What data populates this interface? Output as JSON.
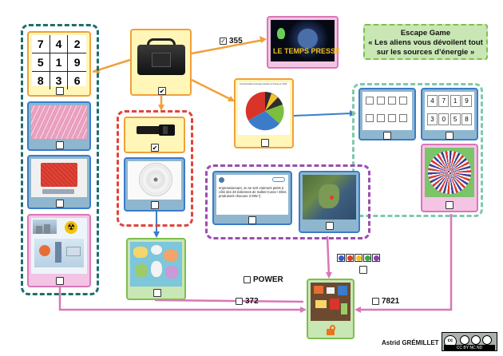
{
  "title_box": {
    "line1": "Escape Game",
    "line2": "« Les aliens vous dévoilent tout",
    "line3": "sur les sources d’énergie »"
  },
  "banner": {
    "text": "LE TEMPS PRESSE"
  },
  "codes": {
    "code_355": "355",
    "code_power": "POWER",
    "code_372": "372",
    "code_7821": "7821"
  },
  "grid_puzzle": {
    "cells": [
      "7",
      "4",
      "2",
      "5",
      "1",
      "9",
      "8",
      "3",
      "6"
    ]
  },
  "number_panel": {
    "row1": [
      "4",
      "7",
      "1",
      "9"
    ],
    "row2": [
      "3",
      "0",
      "5",
      "8"
    ]
  },
  "tweet": {
    "line1": "Impressionnant, on se sert vraiment petits à",
    "line2": "côté des 28 éoliennes de Salles-Curan ! Elles",
    "line3": "produisent chacune 3 MW !)"
  },
  "pie_chart_title": "Consommation d’énergie primaire en France en 2016",
  "credit": {
    "author": "Astrid GRÉMILLET",
    "license": "CC BY NC ND"
  },
  "colors": {
    "teal_dashed": "#1e6e6e",
    "red_dashed": "#e0443a",
    "purple_dashed": "#9b4db0",
    "mint_dashed": "#7fc9ad",
    "pink": "#d977b8",
    "orange": "#f0a03a",
    "blue": "#3a7cc9",
    "green": "#7fbf4d"
  },
  "color_dots": [
    "#3a59d1",
    "#e23b2f",
    "#f1c21a",
    "#3aa84a",
    "#8a3fb0"
  ]
}
